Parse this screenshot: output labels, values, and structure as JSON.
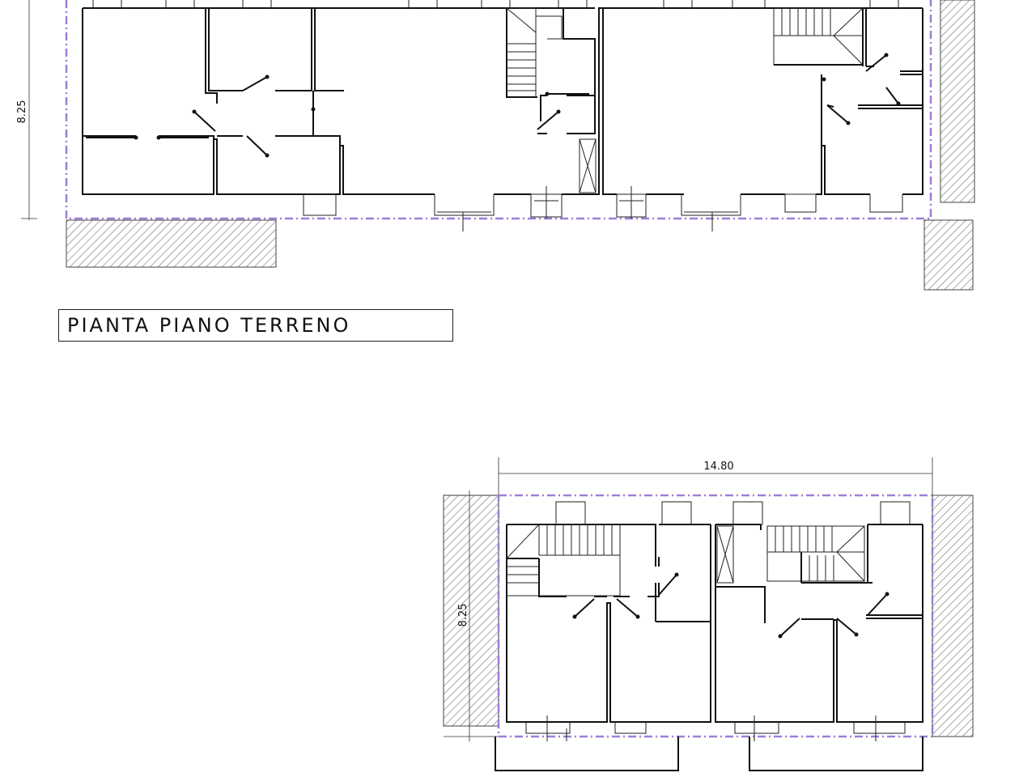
{
  "titles": {
    "ground_floor": "PIANTA PIANO TERRENO"
  },
  "dimensions": {
    "ground_height": "8.25",
    "first_width": "14.80",
    "first_height": "8.25"
  },
  "colors": {
    "boundary": "#9d7fd6",
    "walls": "#111111",
    "hatch": "#555555"
  }
}
